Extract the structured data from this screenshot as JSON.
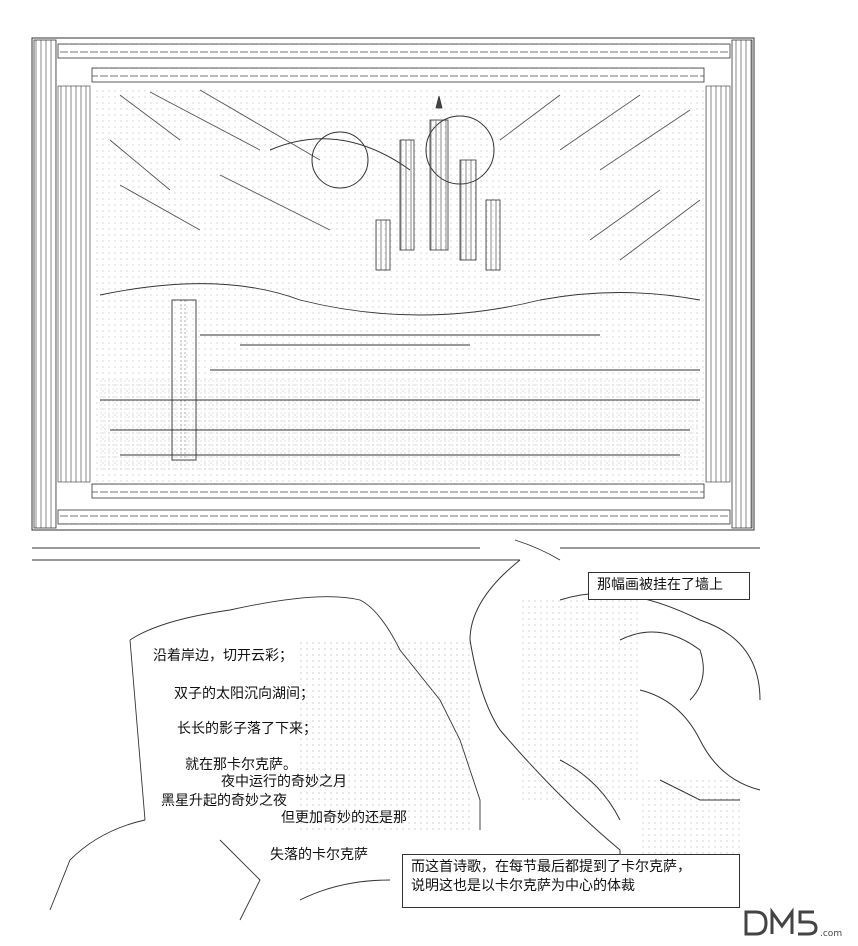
{
  "caption_top": "那幅画被挂在了墙上",
  "poem": [
    "沿着岸边，切开云彩；",
    "双子的太阳沉向湖间；",
    "长长的影子落了下来；",
    "就在那卡尔克萨。",
    "夜中运行的奇妙之月",
    "黑星升起的奇妙之夜",
    "但更加奇妙的还是那",
    "失落的卡尔克萨"
  ],
  "caption_bottom": [
    "而这首诗歌，在每节最后都提到了卡尔克萨，",
    "说明这也是以卡尔克萨为中心的体裁"
  ],
  "watermark": "DM5.com",
  "colors": {
    "ink": "#222222",
    "paper": "#ffffff",
    "watermark": "#444444"
  }
}
